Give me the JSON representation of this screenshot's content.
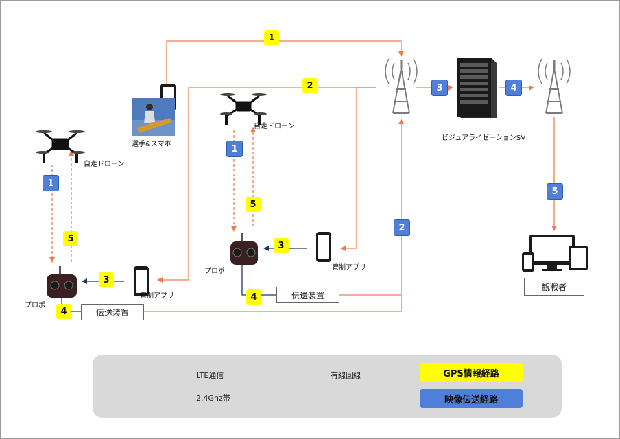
{
  "labels": {
    "player": "選手&スマホ",
    "drone_left": "自走ドローン",
    "drone_mid": "自走ドローン",
    "server": "ビジュアライゼーションSV",
    "app_mid": "管制アプリ",
    "app_left": "管制アプリ",
    "propo_mid": "プロポ",
    "propo_left": "プロポ"
  },
  "boxes": {
    "transmit_mid": "伝送装置",
    "transmit_left": "伝送装置",
    "viewer": "観戦者"
  },
  "badges": {
    "b1_top": "1",
    "b2_top": "2",
    "b3_top": "3",
    "b4_top": "4",
    "b5_right": "5",
    "b2_right": "2",
    "b1_mid": "1",
    "b5_mid": "5",
    "b3_mid": "3",
    "b4_mid": "4",
    "b1_left": "1",
    "b5_left": "5",
    "b3_left": "3",
    "b4_left": "4"
  },
  "legend": {
    "lte": "LTE通信",
    "wired": "有線回線",
    "wifi": "2.4Ghz帯",
    "gps_route": "GPS情報経路",
    "video_route": "映像伝送経路"
  },
  "colors": {
    "lte_line": "#ed7d52",
    "wired_line": "#1f3864",
    "gps_badge": "#ffff00",
    "video_badge": "#4f7fd8",
    "legend_lte": "#e02020"
  }
}
